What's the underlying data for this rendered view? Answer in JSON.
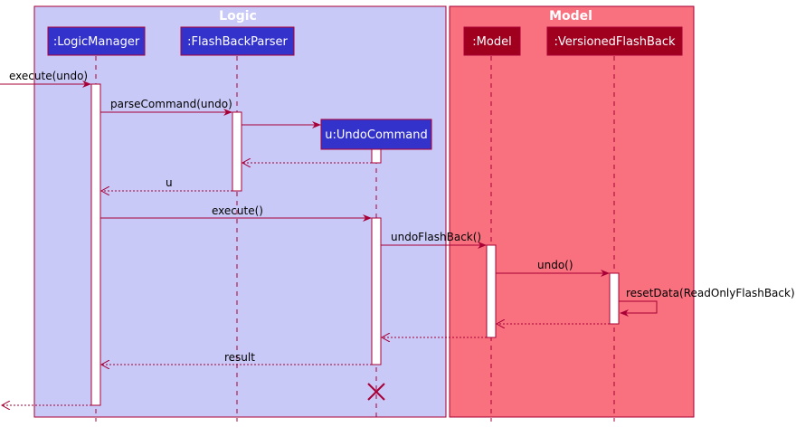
{
  "boxes": {
    "logic": {
      "title": "Logic",
      "color": "#c9c9f8"
    },
    "model": {
      "title": "Model",
      "color": "#f9707f"
    }
  },
  "participants": {
    "logic_manager": ":LogicManager",
    "parser": ":FlashBackParser",
    "undo_command": "u:UndoCommand",
    "model": ":Model",
    "versioned": ":VersionedFlashBack"
  },
  "messages": {
    "execute_undo": "execute(undo)",
    "parse_command": "parseCommand(undo)",
    "return_u": "u",
    "execute": "execute()",
    "undo_flashback": "undoFlashBack()",
    "undo": "undo()",
    "reset_data": "resetData(ReadOnlyFlashBack)",
    "result": "result"
  },
  "colors": {
    "logic_participant": "#3333cc",
    "model_participant": "#a0001e",
    "arrow": "#a80036"
  }
}
